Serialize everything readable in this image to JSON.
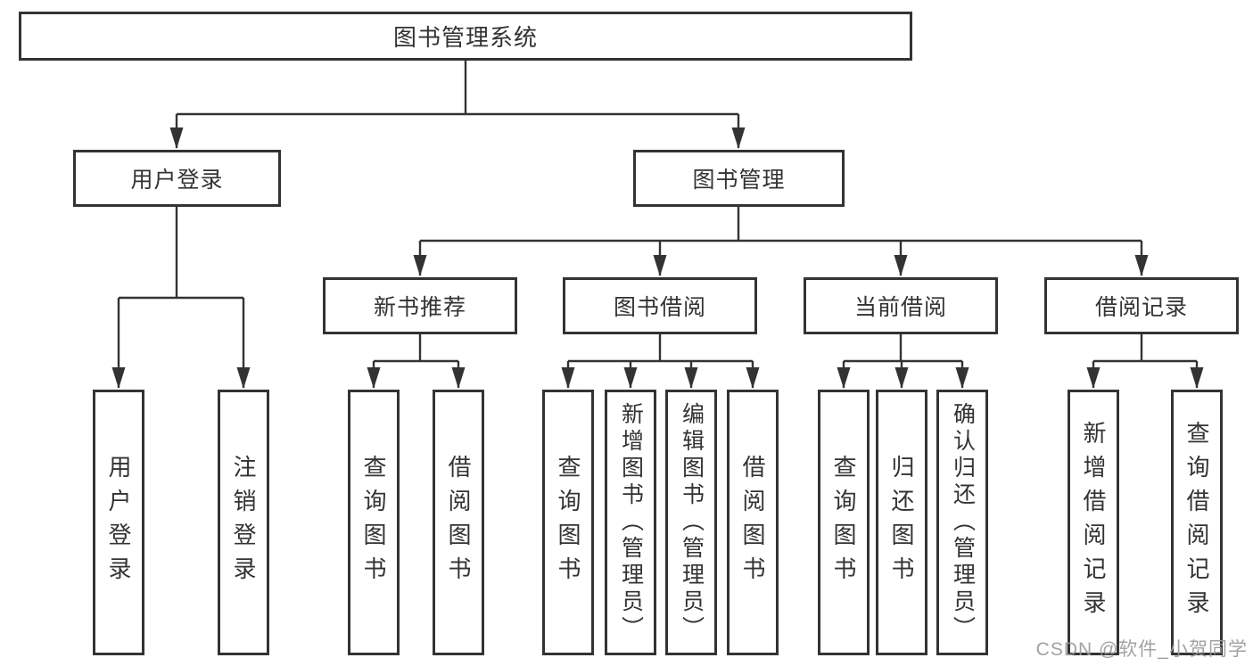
{
  "colors": {
    "line": "#333333",
    "text": "#333333",
    "watermark": "#9a9a9a"
  },
  "watermark": {
    "text": "CSDN @软件_小贺同学"
  },
  "tree": {
    "root": {
      "label": "图书管理系统"
    },
    "user_login": {
      "label": "用户登录",
      "children": [
        {
          "label": "用户登录"
        },
        {
          "label": "注销登录"
        }
      ]
    },
    "book_management": {
      "label": "图书管理",
      "groups": [
        {
          "label": "新书推荐",
          "children": [
            {
              "label": "查询图书"
            },
            {
              "label": "借阅图书"
            }
          ]
        },
        {
          "label": "图书借阅",
          "children": [
            {
              "label": "查询图书"
            },
            {
              "label": "新增图书（管理员）"
            },
            {
              "label": "编辑图书（管理员）"
            },
            {
              "label": "借阅图书"
            }
          ]
        },
        {
          "label": "当前借阅",
          "children": [
            {
              "label": "查询图书"
            },
            {
              "label": "归还图书"
            },
            {
              "label": "确认归还（管理员）"
            }
          ]
        },
        {
          "label": "借阅记录",
          "children": [
            {
              "label": "新增借阅记录"
            },
            {
              "label": "查询借阅记录"
            }
          ]
        }
      ]
    }
  }
}
